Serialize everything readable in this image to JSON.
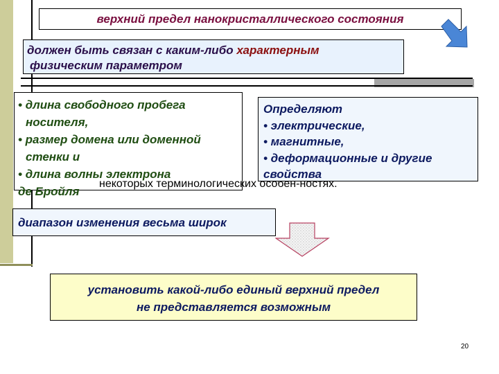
{
  "title": "верхний предел нанокристаллического состояния",
  "link": {
    "line1_pre": "должен быть связан с каким-либо ",
    "line1_accent": "характерным",
    "line2": "физическим параметром"
  },
  "list": {
    "lines": [
      "• длина свободного пробега",
      "носителя,",
      "• размер домена или доменной",
      "стенки и",
      "• длина волны электрона",
      "де Бройля"
    ]
  },
  "determine": {
    "heading": "Определяют",
    "item1": "• электрические,",
    "item2": "• магнитные,",
    "item3": "• деформационные",
    "word_and": "и",
    "word_other": "другие",
    "last": "свойства"
  },
  "term_note": "некоторых терминологических особен-ностях.",
  "range": "диапазон изменения весьма широк",
  "result": {
    "line1": "установить какой-либо единый верхний предел",
    "line2": "не представляется возможным"
  },
  "page_number": "20",
  "colors": {
    "side_band": "#cdcd9a",
    "title_text": "#7a1040",
    "link_fill": "#e8f2fd",
    "list_text": "#1f4d12",
    "determine_text": "#0d1a60",
    "result_fill": "#fdfdc9",
    "blue_arrow": "#4a86d6"
  },
  "icons": [
    "arrow-down-right-icon",
    "arrow-down-icon"
  ]
}
